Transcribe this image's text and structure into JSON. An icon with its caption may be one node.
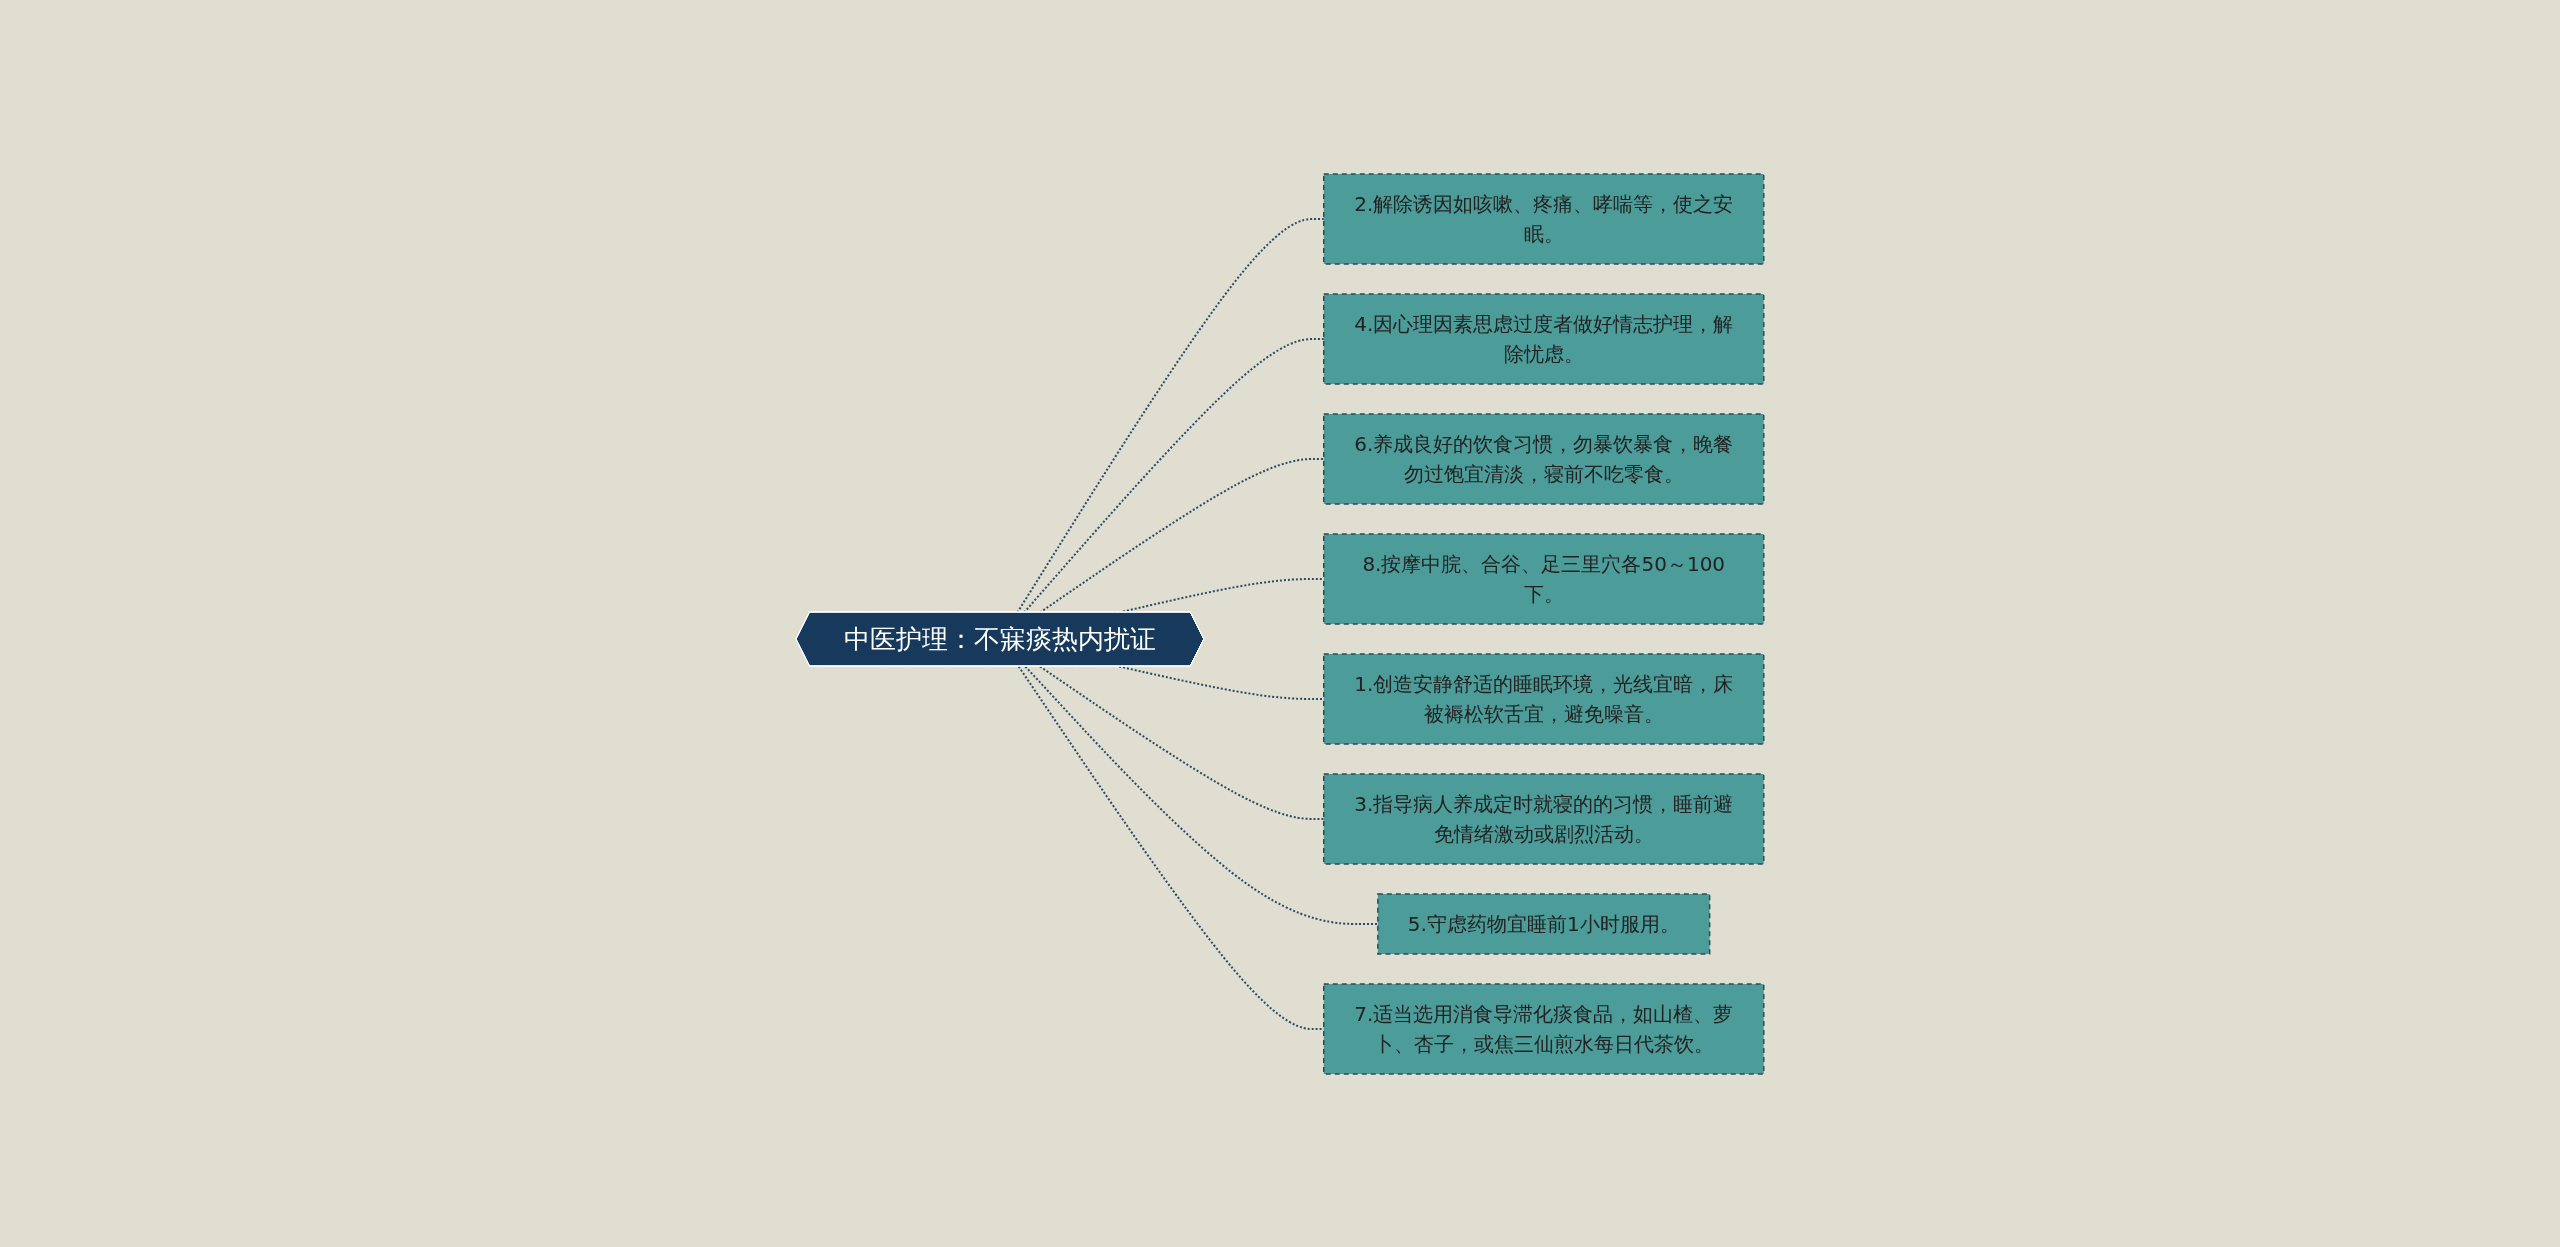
{
  "diagram": {
    "nodes": [
      {
        "text": [
          "中医护理：不寐痰热内扰证"
        ]
      },
      {
        "text": [
          "2.解除诱因如咳嗽、疼痛、哮喘等，使之安眠。"
        ]
      },
      {
        "text": [
          "4.因心理因素思虑过度者做好情志护理，解除忧虑。"
        ]
      },
      {
        "text": [
          "6.养成良好的饮食习惯，勿暴饮暴食，晚餐勿过饱宜清淡，寝前不吃零食。"
        ]
      },
      {
        "text": [
          "8.按摩中脘、合谷、足三里穴各50～100下。"
        ]
      },
      {
        "text": [
          "1.创造安静舒适的睡眠环境，光线宜暗，床被褥松软舌宜，避免噪音。"
        ]
      },
      {
        "text": [
          "3.指导病人养成定时就寝的的习惯，睡前避免情绪激动或剧烈活动。"
        ]
      },
      {
        "text": [
          "5.守虑药物宜睡前1小时服用。"
        ]
      },
      {
        "text": [
          "7.适当选用消食导滞化痰食品，如山楂、萝卜、杏子，或焦三仙煎水每日代茶饮。"
        ]
      }
    ],
    "edges": [
      {
        "from": 0,
        "to": 1,
        "arrow": "none",
        "style": "dashed"
      },
      {
        "from": 0,
        "to": 2,
        "arrow": "none",
        "style": "dashed"
      },
      {
        "from": 0,
        "to": 3,
        "arrow": "none",
        "style": "dashed"
      },
      {
        "from": 0,
        "to": 4,
        "arrow": "none",
        "style": "dashed"
      },
      {
        "from": 0,
        "to": 5,
        "arrow": "none",
        "style": "dashed"
      },
      {
        "from": 0,
        "to": 6,
        "arrow": "none",
        "style": "dashed"
      },
      {
        "from": 0,
        "to": 7,
        "arrow": "none",
        "style": "dashed"
      },
      {
        "from": 0,
        "to": 8,
        "arrow": "none",
        "style": "dashed"
      }
    ]
  }
}
